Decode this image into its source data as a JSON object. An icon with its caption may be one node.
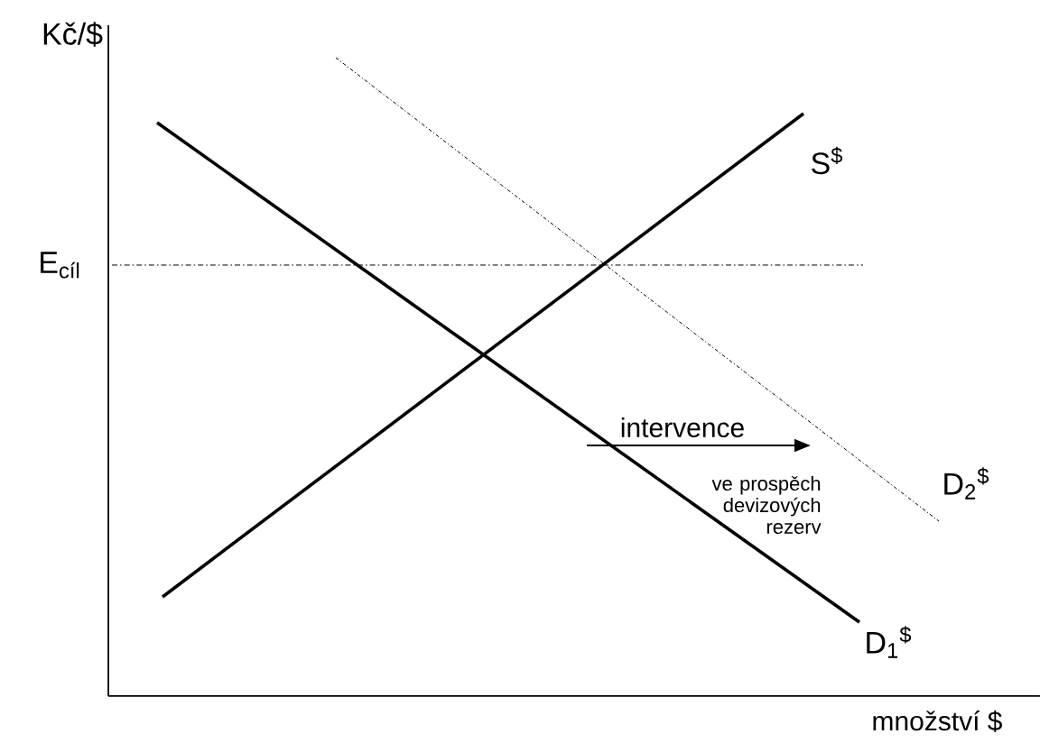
{
  "diagram": {
    "labels": [
      "Kč/$",
      "E$_{cíl}$",
      "S$^{$}$",
      "intervence",
      "ve prospěch devizových rezerv",
      "D$_{2}$$^{$}$",
      "D$_{1}$$^{$}$",
      "množství $"
    ]
  }
}
